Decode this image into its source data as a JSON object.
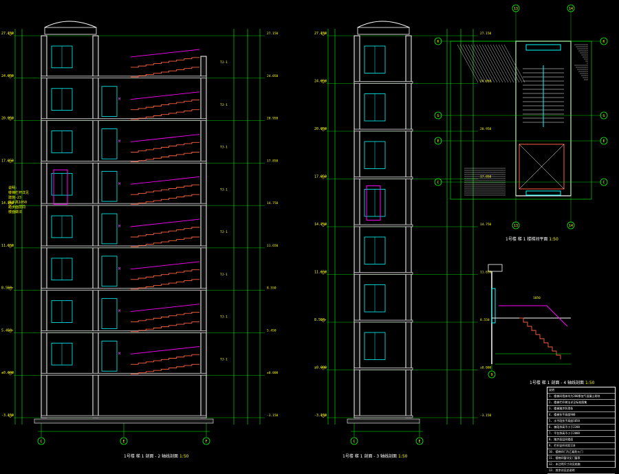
{
  "drawing": {
    "caption_left": "1号楼 梯 1 剖面 - 2 轴线剖面",
    "caption_left_scale": "1:50",
    "caption_mid": "1号楼 梯 1 剖面 - 3 轴线剖面",
    "caption_mid_scale": "1:50",
    "caption_plan": "1号楼 梯 1 楼梯间平面",
    "caption_plan_scale": "1:50",
    "caption_detail": "1号楼 梯 1 剖面 - 4 轴线剖面",
    "caption_detail_scale": "1:50"
  },
  "axis_bubbles": {
    "left_bottom": [
      "C",
      "E",
      "F"
    ],
    "mid_bottom": [
      "C",
      "E"
    ],
    "plan_top": [
      "13",
      "14"
    ],
    "plan_bottom": [
      "13",
      "14"
    ],
    "plan_left": [
      "K",
      "G",
      "E",
      "C"
    ],
    "plan_right": [
      "K",
      "G",
      "E",
      "C"
    ],
    "detail_bottom": [
      "9"
    ]
  },
  "levels": {
    "left": [
      "27.150",
      "24.050",
      "20.950",
      "17.850",
      "14.750",
      "11.650",
      "8.550",
      "5.450",
      "±0.000",
      "-3.150"
    ],
    "mid": [
      "27.150",
      "24.050",
      "20.950",
      "17.850",
      "14.750",
      "11.650",
      "8.550",
      "±0.000",
      "-3.150"
    ]
  },
  "notes_left": [
    "说明:",
    "楼梯栏杆详见",
    "建施-23",
    "扶手高1050",
    "踏步面层同",
    "楼面做法"
  ],
  "legend_rows": [
    "说明",
    "1. 楼梯间墙体均为200厚加气混凝土砌块",
    "2. 楼梯栏杆做法详见标准图集",
    "3. 楼梯踏步防滑条",
    "4. 楼梯扶手高度900",
    "5. 水平段扶手高度1050",
    "6. 梯段净高不小于2200",
    "7. 平台净高不小于2000",
    "8. 踏步面层同楼面",
    "9. 栏杆竖杆间距110",
    "10. 楼梯间门为乙级防火门",
    "11. 楼梯间窗详见门窗表",
    "12. 未注明尺寸详见结施",
    "13. 其余详见总说明"
  ],
  "colors": {
    "background": "#000000",
    "wall": "#ffffff",
    "dimension": "#00ff00",
    "stair": "#ff6040",
    "railing": "#ff00ff",
    "window": "#00ffff",
    "axis": "#ff4040",
    "text": "#ffff00",
    "label": "#ff40ff"
  }
}
